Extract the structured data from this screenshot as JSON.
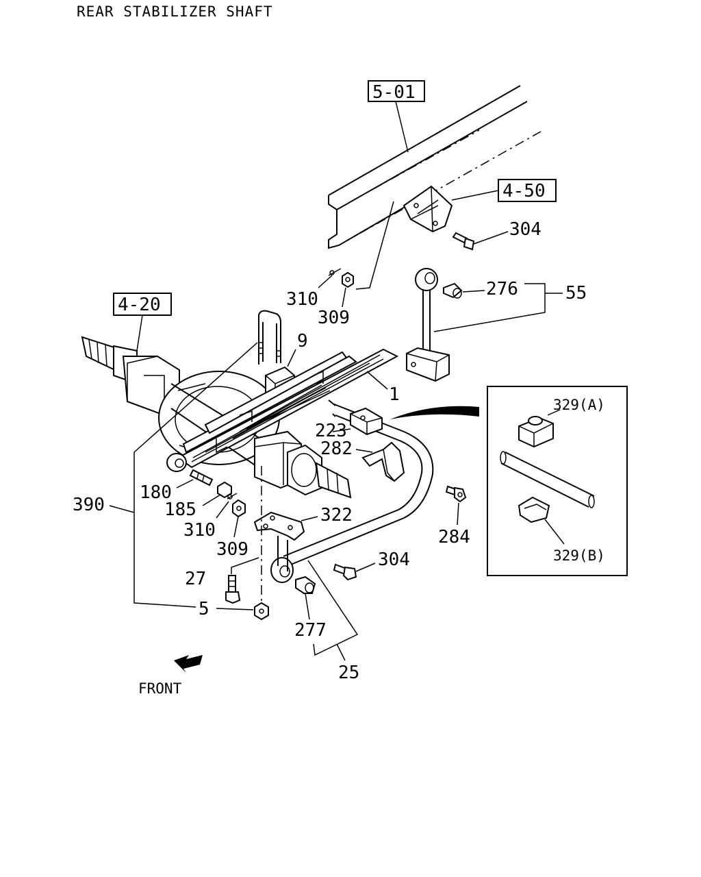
{
  "title": "REAR STABILIZER SHAFT",
  "refs": {
    "frame": "5-01",
    "bracket": "4-50",
    "axle": "4-20"
  },
  "parts": {
    "p304_top": "304",
    "p276": "276",
    "p55": "55",
    "p310_top": "310",
    "p309_top": "309",
    "p9": "9",
    "p1": "1",
    "p223": "223",
    "p282": "282",
    "p180": "180",
    "p185": "185",
    "p390": "390",
    "p310_low": "310",
    "p309_low": "309",
    "p322": "322",
    "p284": "284",
    "p304_low": "304",
    "p27": "27",
    "p5": "5",
    "p277": "277",
    "p25": "25"
  },
  "inset": {
    "a": "329(A)",
    "b": "329(B)"
  },
  "front": "FRONT"
}
